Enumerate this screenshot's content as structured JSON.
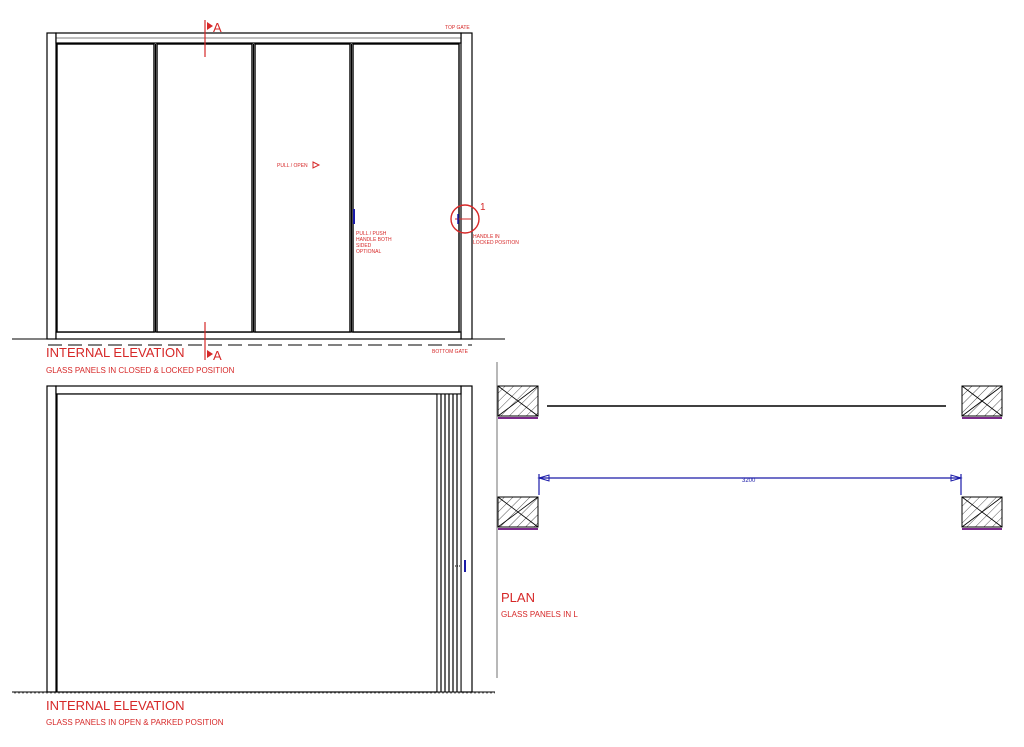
{
  "elevation_closed": {
    "title": "INTERNAL ELEVATION",
    "subtitle": "GLASS PANELS IN CLOSED & LOCKED POSITION",
    "section_marker": "A",
    "top_gate_label": "TOP GATE",
    "bottom_gate_label": "BOTTOM GATE",
    "pull_open_label": "PULL / OPEN",
    "handle_note": [
      "PULL / PUSH",
      "HANDLE BOTH",
      "SIDED",
      "OPTIONAL"
    ],
    "detail_callout": "1",
    "locked_note": [
      "HANDLE IN",
      "LOCKED POSITION"
    ]
  },
  "elevation_open": {
    "title": "INTERNAL ELEVATION",
    "subtitle": "GLASS PANELS IN OPEN & PARKED POSITION"
  },
  "plan": {
    "title": "PLAN",
    "subtitle": "GLASS PANELS IN L",
    "dimension": "3200"
  },
  "colors": {
    "annotation": "#d62828",
    "dimension": "#1a1aa8",
    "frame": "#000000",
    "seal": "#7a2a8a"
  }
}
